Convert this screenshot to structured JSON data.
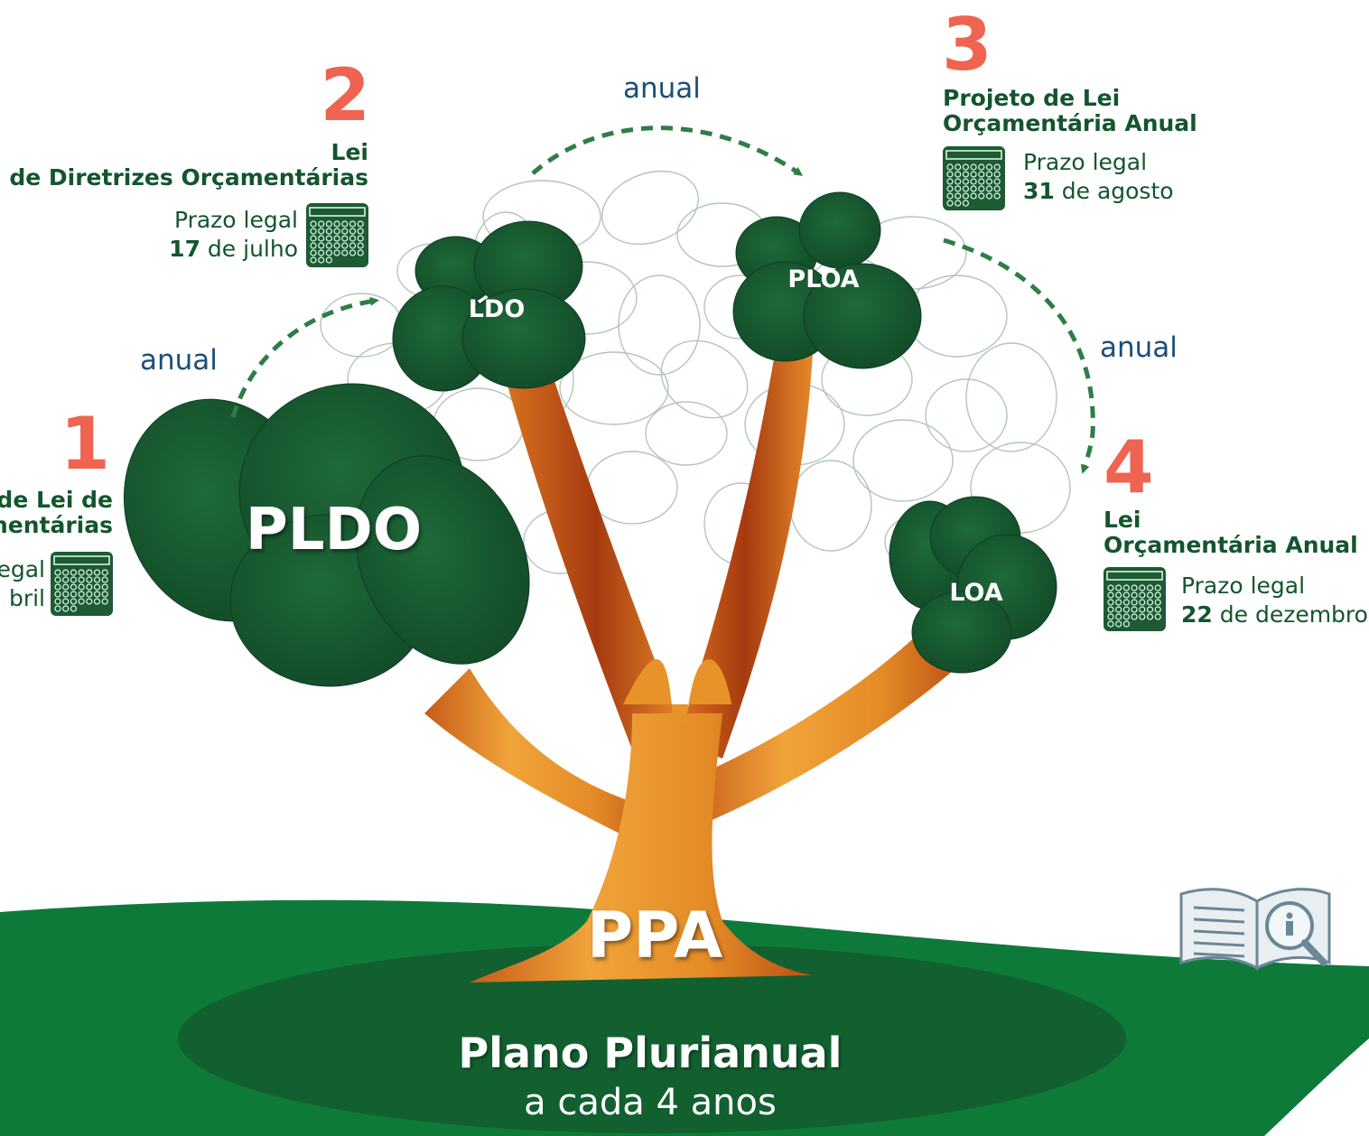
{
  "steps": [
    {
      "number": "1",
      "title_lines": [
        "de Lei de",
        "mentárias"
      ],
      "prazo_label": "egal",
      "prazo_day": "",
      "prazo_month": "bril"
    },
    {
      "number": "2",
      "title_lines": [
        "Lei",
        "de Diretrizes Orçamentárias"
      ],
      "prazo_label": "Prazo legal",
      "prazo_day": "17",
      "prazo_month": "de julho"
    },
    {
      "number": "3",
      "title_lines": [
        "Projeto de Lei",
        "Orçamentária Anual"
      ],
      "prazo_label": "Prazo legal",
      "prazo_day": "31",
      "prazo_month": "de agosto"
    },
    {
      "number": "4",
      "title_lines": [
        "Lei",
        "Orçamentária Anual"
      ],
      "prazo_label": "Prazo legal",
      "prazo_day": "22",
      "prazo_month": "de dezembro"
    }
  ],
  "frequency_labels": [
    "anual",
    "anual",
    "anual"
  ],
  "nodes": {
    "pldo": "PLDO",
    "ldo": "LDO",
    "ploa": "PLOA",
    "loa": "LOA",
    "ppa": "PPA"
  },
  "footer": {
    "title": "Plano Plurianual",
    "subtitle": "a cada 4 anos"
  },
  "icons": [
    "calendar-icon",
    "info-book-icon"
  ],
  "colors": {
    "accent_number": "#ee6451",
    "dark_green": "#13552d",
    "foliage": "#195c33",
    "grass": "#0e7a3a",
    "trunk": "#e8922a",
    "label_blue": "#1c4e7a"
  }
}
